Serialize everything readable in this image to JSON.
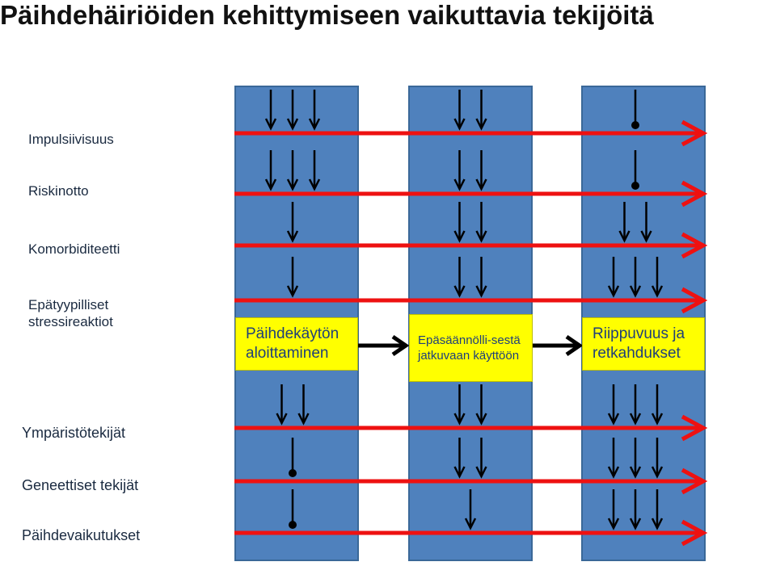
{
  "title": "Päihdehäiriöiden kehittymiseen vaikuttavia tekijöitä",
  "colors": {
    "column": "#4f81bd",
    "stage_box": "#ffff00",
    "factor_arrow": "#ee1111",
    "influence_arrow": "#000000"
  },
  "factors": [
    "Impulsiivisuus",
    "Riskinotto",
    "Komorbiditeetti",
    "Epätyypilliset stressireaktiot",
    "Ympäristötekijät",
    "Geneettiset tekijät",
    "Päihdevaikutukset"
  ],
  "stages": [
    "Päihdekäytön aloittaminen",
    "Epäsäännölli-sestä jatkuvaan käyttöön",
    "Riippuvuus ja retkahdukset"
  ],
  "stage_flow_arrows": [
    "stage-1-to-stage-2",
    "stage-2-to-stage-3"
  ],
  "influence_counts": {
    "description_note": "",
    "rows": [
      [
        3,
        2,
        1
      ],
      [
        3,
        2,
        1
      ],
      [
        1,
        2,
        2
      ],
      [
        1,
        2,
        3
      ],
      [
        2,
        2,
        3
      ],
      [
        1,
        2,
        3
      ],
      [
        1,
        1,
        3
      ]
    ],
    "marker_style": [
      [
        "arrow",
        "arrow",
        "dot"
      ],
      [
        "arrow",
        "arrow",
        "dot"
      ],
      [
        "arrow",
        "arrow",
        "arrow"
      ],
      [
        "arrow",
        "arrow",
        "arrow"
      ],
      [
        "arrow",
        "arrow",
        "arrow"
      ],
      [
        "dot",
        "arrow",
        "arrow"
      ],
      [
        "dot",
        "arrow",
        "arrow"
      ]
    ]
  }
}
